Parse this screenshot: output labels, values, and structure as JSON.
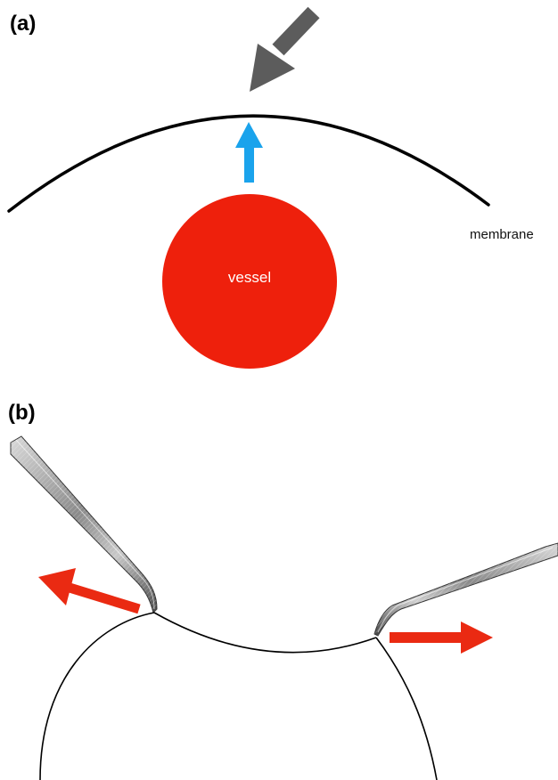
{
  "panel_a": {
    "label": "(a)",
    "membrane_label": "membrane",
    "vessel_label": "vessel"
  },
  "panel_b": {
    "label": "(b)"
  },
  "colors": {
    "vessel": "#ee200c",
    "blue_arrow": "#1aa3ec",
    "gray_arrow": "#5c5c5c",
    "red_arrow": "#ea2a12",
    "membrane": "#000000",
    "forceps": "#8f8f8f"
  },
  "icons": {
    "pressure_arrow": "gray-arrow-down-left",
    "vessel_push_arrow": "blue-arrow-up",
    "traction_left": "red-arrow-left",
    "traction_right": "red-arrow-right",
    "instruments": "forceps"
  }
}
